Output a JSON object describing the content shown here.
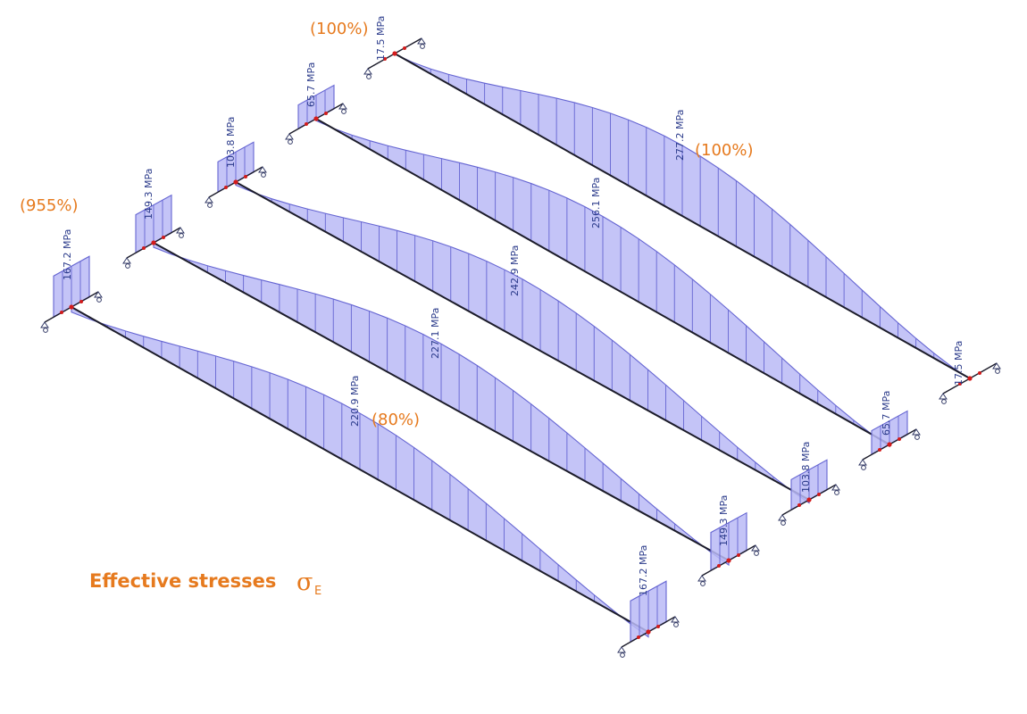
{
  "diagram": {
    "caption": "Effective stresses",
    "symbol": "σ",
    "symbol_subscript": "E",
    "colors": {
      "stress_fill": "#babaf6",
      "stress_stroke": "#6565d2",
      "beam": "#1c1c2a",
      "node": "#d31b1b",
      "annotation": "#e67a1e",
      "value_text": "#2a3a8a"
    },
    "beams": [
      {
        "end_value": "167.2 MPa",
        "mid_value": "220.9 MPa",
        "end_percent": "(955%)",
        "mid_percent": "(80%)"
      },
      {
        "end_value": "149.3 MPa",
        "mid_value": "227.1 MPa"
      },
      {
        "end_value": "103.8 MPa",
        "mid_value": "242.9 MPa"
      },
      {
        "end_value": "65.7 MPa",
        "mid_value": "256.1 MPa"
      },
      {
        "end_value": "17.5 MPa",
        "mid_value": "277.2 MPa",
        "end_percent": "(100%)",
        "mid_percent": "(100%)"
      }
    ]
  }
}
